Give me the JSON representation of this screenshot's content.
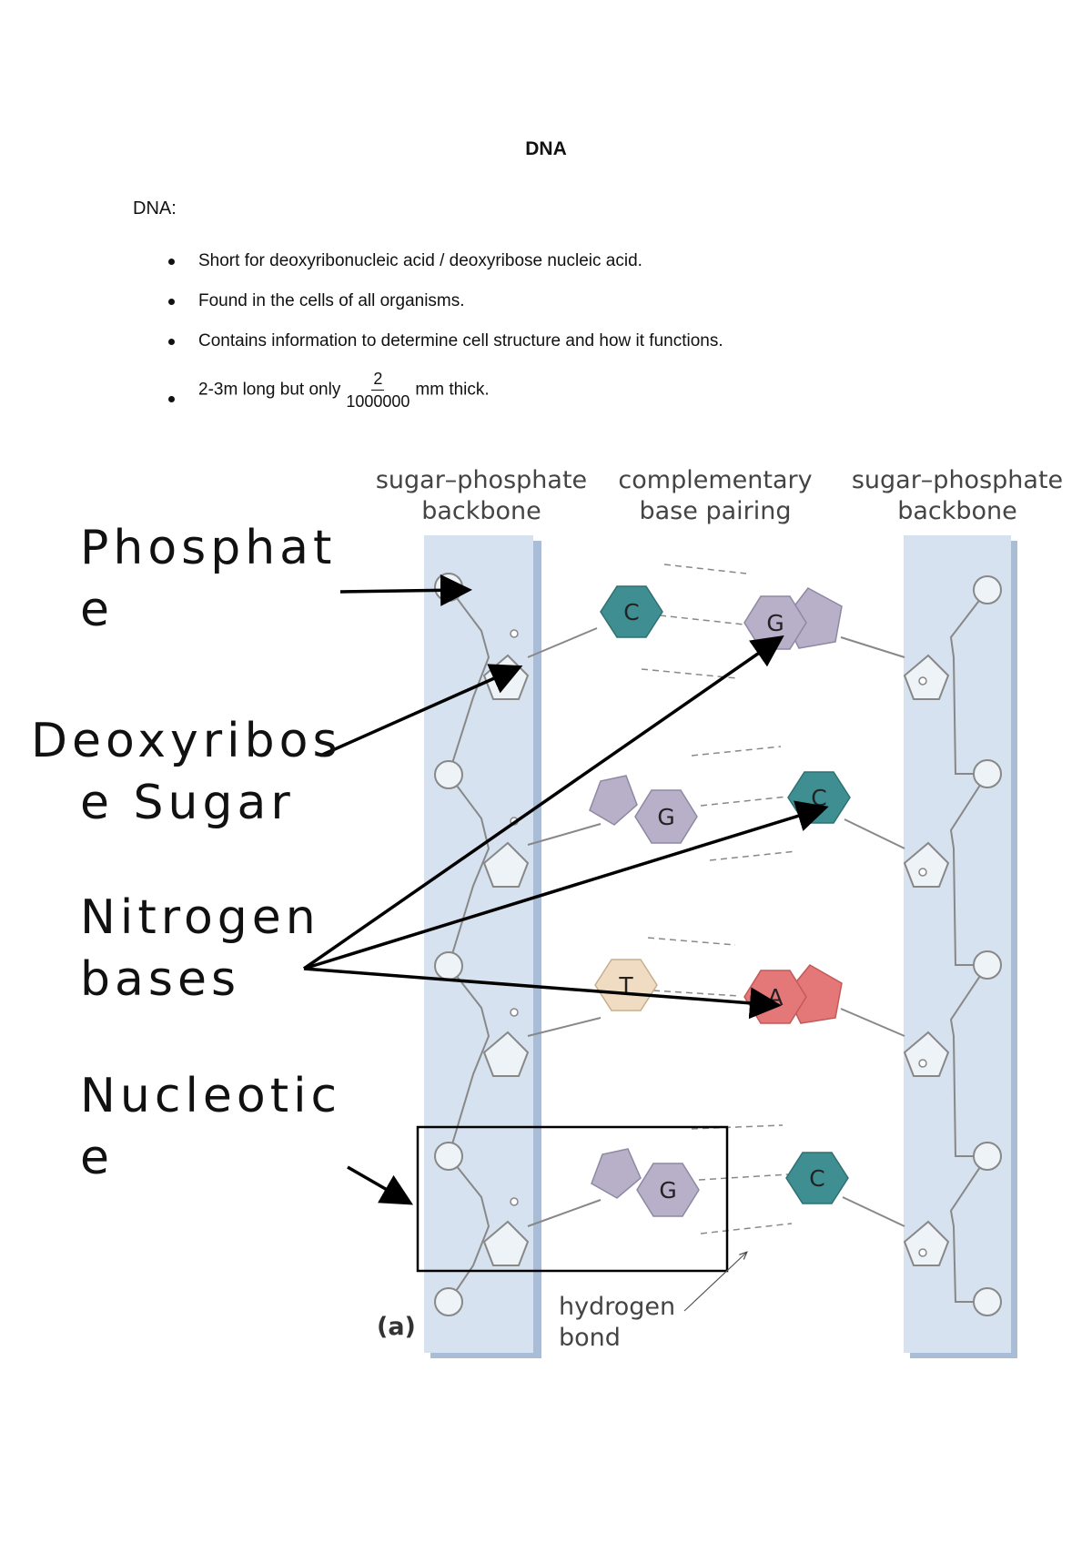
{
  "document": {
    "title": "DNA",
    "section_label": "DNA:",
    "bullets": [
      "Short for deoxyribonucleic acid / deoxyribose nucleic acid.",
      "Found in the cells of all organisms.",
      "Contains information to determine cell structure and how it functions."
    ],
    "fraction_bullet": {
      "lead": "2-3m long but only",
      "numerator": "2",
      "denominator": "1000000",
      "tail": "mm thick."
    }
  },
  "figure": {
    "header_left_1": "sugar–phosphate",
    "header_left_2": "backbone",
    "header_mid_1": "complementary",
    "header_mid_2": "base pairing",
    "header_right_1": "sugar–phosphate",
    "header_right_2": "backbone",
    "panel_label": "(a)",
    "hbond_label_1": "hydrogen",
    "hbond_label_2": "bond",
    "base_pairs": [
      {
        "left": "C",
        "right": "G"
      },
      {
        "left": "G",
        "right": "C"
      },
      {
        "left": "T",
        "right": "A"
      },
      {
        "left": "G",
        "right": "C"
      }
    ],
    "colors": {
      "backbone_band": "#d6e2ef",
      "cytosine": "#3f8f92",
      "guanine": "#b7b0c8",
      "thymine": "#f0dcc2",
      "adenine": "#e47777"
    }
  },
  "callouts": {
    "phosphate_1": "Phosphat",
    "phosphate_2": "e",
    "deoxyribose_1": "Deoxyribos",
    "deoxyribose_2": "e Sugar",
    "nitrogen_1": "Nitrogen",
    "nitrogen_2": "bases",
    "nucleotide_1": "Nucleotic",
    "nucleotide_2": "e"
  }
}
